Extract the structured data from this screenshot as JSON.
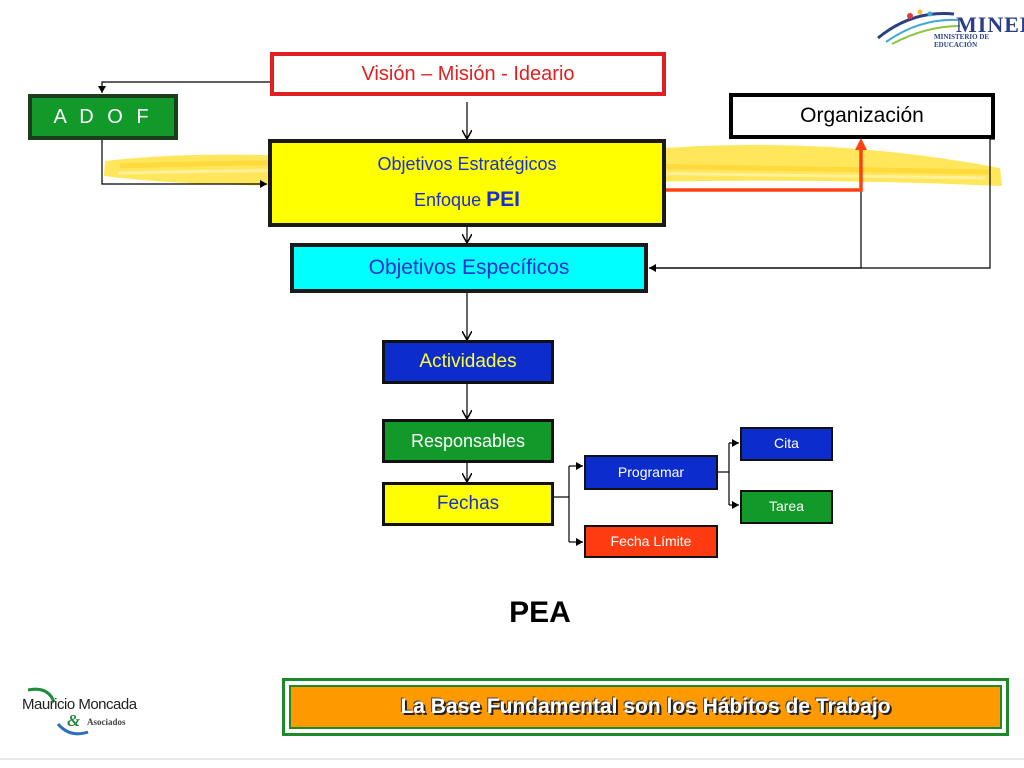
{
  "diagram": {
    "vision": "Visión – Misión - Ideario",
    "adof": "A D O F",
    "organizacion": "Organización",
    "objetivos_estrategicos": {
      "line1": "Objetivos Estratégicos",
      "line2_prefix": "Enfoque",
      "line2_emphasis": "PEI"
    },
    "objetivos_especificos": "Objetivos Específicos",
    "actividades": "Actividades",
    "responsables": "Responsables",
    "fechas": "Fechas",
    "programar": "Programar",
    "fecha_limite": "Fecha Límite",
    "cita": "Cita",
    "tarea": "Tarea",
    "pea": "PEA",
    "banner": "La Base Fundamental son los Hábitos de Trabajo"
  },
  "logos": {
    "mined": {
      "text": "MINED",
      "subtext": "MINISTERIO DE EDUCACIÓN"
    },
    "moncada": {
      "name": "Mauricio Moncada",
      "amp": "&",
      "suffix": "Asociados"
    }
  },
  "colors": {
    "red": "#e02020",
    "green": "#119a2a",
    "yellow": "#ffff00",
    "cyan": "#00ffff",
    "blue": "#0c2dcc",
    "orange": "#ff9900",
    "orange_red": "#ff3b12",
    "text_blue": "#1a2fd1"
  }
}
